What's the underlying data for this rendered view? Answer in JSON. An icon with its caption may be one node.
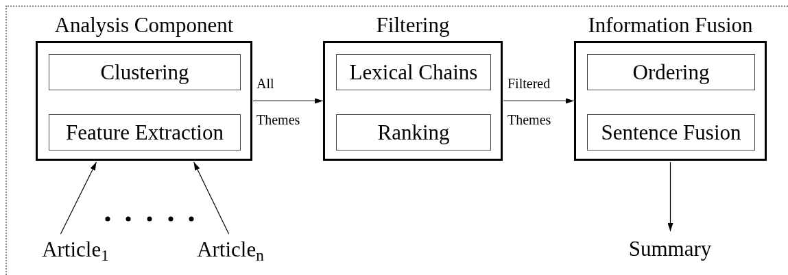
{
  "diagram": {
    "nodes": [
      {
        "text": [
          "Analysis Component"
        ]
      },
      {
        "text": [
          "Clustering"
        ],
        "in": 0
      },
      {
        "text": [
          "Feature Extraction"
        ],
        "in": 0
      },
      {
        "text": [
          "Filtering"
        ]
      },
      {
        "text": [
          "Lexical Chains"
        ],
        "in": 3
      },
      {
        "text": [
          "Ranking"
        ],
        "in": 3
      },
      {
        "text": [
          "Information Fusion"
        ]
      },
      {
        "text": [
          "Ordering"
        ],
        "in": 6
      },
      {
        "text": [
          "Sentence Fusion"
        ],
        "in": 6
      },
      {
        "text": [
          "Article$_{1}$"
        ]
      },
      {
        "text": [
          "Article$_{n}$"
        ]
      },
      {
        "text": [
          "Summary"
        ]
      }
    ],
    "edges": [
      {
        "from": 0,
        "to": 3,
        "arrow": "to",
        "label": "All Themes"
      },
      {
        "from": 3,
        "to": 6,
        "arrow": "to",
        "label": "Filtered Themes"
      },
      {
        "from": 9,
        "to": 0,
        "arrow": "to"
      },
      {
        "from": 10,
        "to": 0,
        "arrow": "to"
      },
      {
        "from": 6,
        "to": 11,
        "arrow": "to"
      }
    ]
  }
}
